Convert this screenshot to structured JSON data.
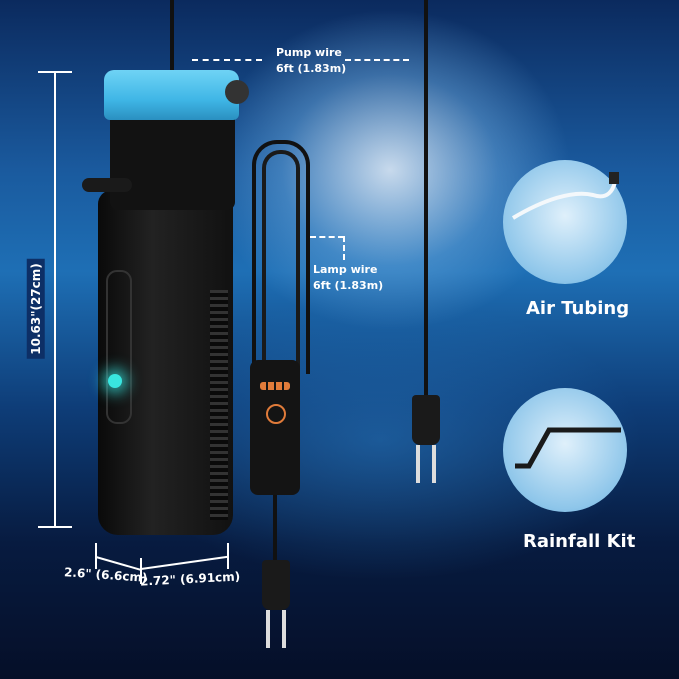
{
  "dimensions": {
    "height": "10.63\"(27cm)",
    "width": "2.6\" (6.6cm)",
    "depth": "2.72\" (6.91cm)"
  },
  "wires": {
    "pump": {
      "label": "Pump wire",
      "length": "6ft (1.83m)"
    },
    "lamp": {
      "label": "Lamp wire",
      "length": "6ft (1.83m)"
    }
  },
  "accessories": [
    {
      "label": "Air Tubing",
      "icon": "air-tubing-icon"
    },
    {
      "label": "Rainfall Kit",
      "icon": "rainfall-kit-icon"
    }
  ],
  "colors": {
    "pump_lid": "#3fb6e6",
    "pump_body": "#141414",
    "indicator_light": "#39e6e0"
  }
}
